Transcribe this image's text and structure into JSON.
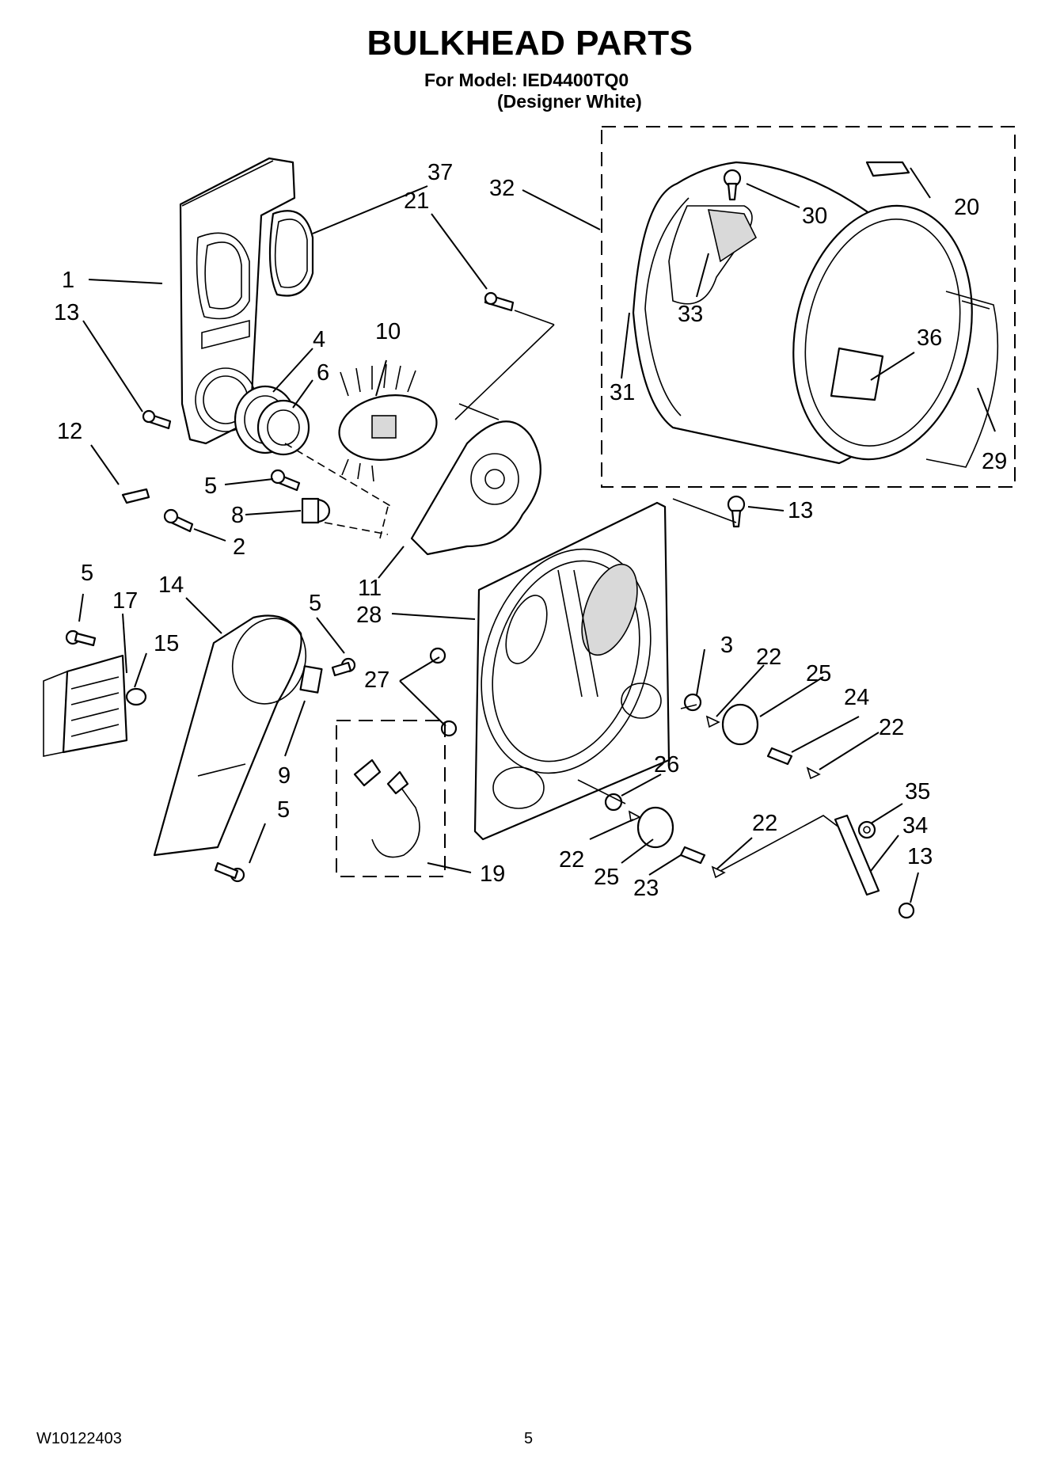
{
  "header": {
    "title": "BULKHEAD PARTS",
    "model_line": "For Model: IED4400TQ0",
    "color_line": "(Designer White)"
  },
  "footer": {
    "doc_number": "W10122403",
    "page_number": "5"
  },
  "callouts": [
    "1",
    "13",
    "37",
    "21",
    "4",
    "6",
    "10",
    "12",
    "5",
    "8",
    "2",
    "11",
    "32",
    "30",
    "20",
    "33",
    "31",
    "36",
    "29",
    "13",
    "5",
    "17",
    "14",
    "15",
    "5",
    "28",
    "27",
    "9",
    "3",
    "22",
    "25",
    "24",
    "22",
    "26",
    "5",
    "19",
    "22",
    "25",
    "23",
    "22",
    "35",
    "34",
    "13"
  ]
}
